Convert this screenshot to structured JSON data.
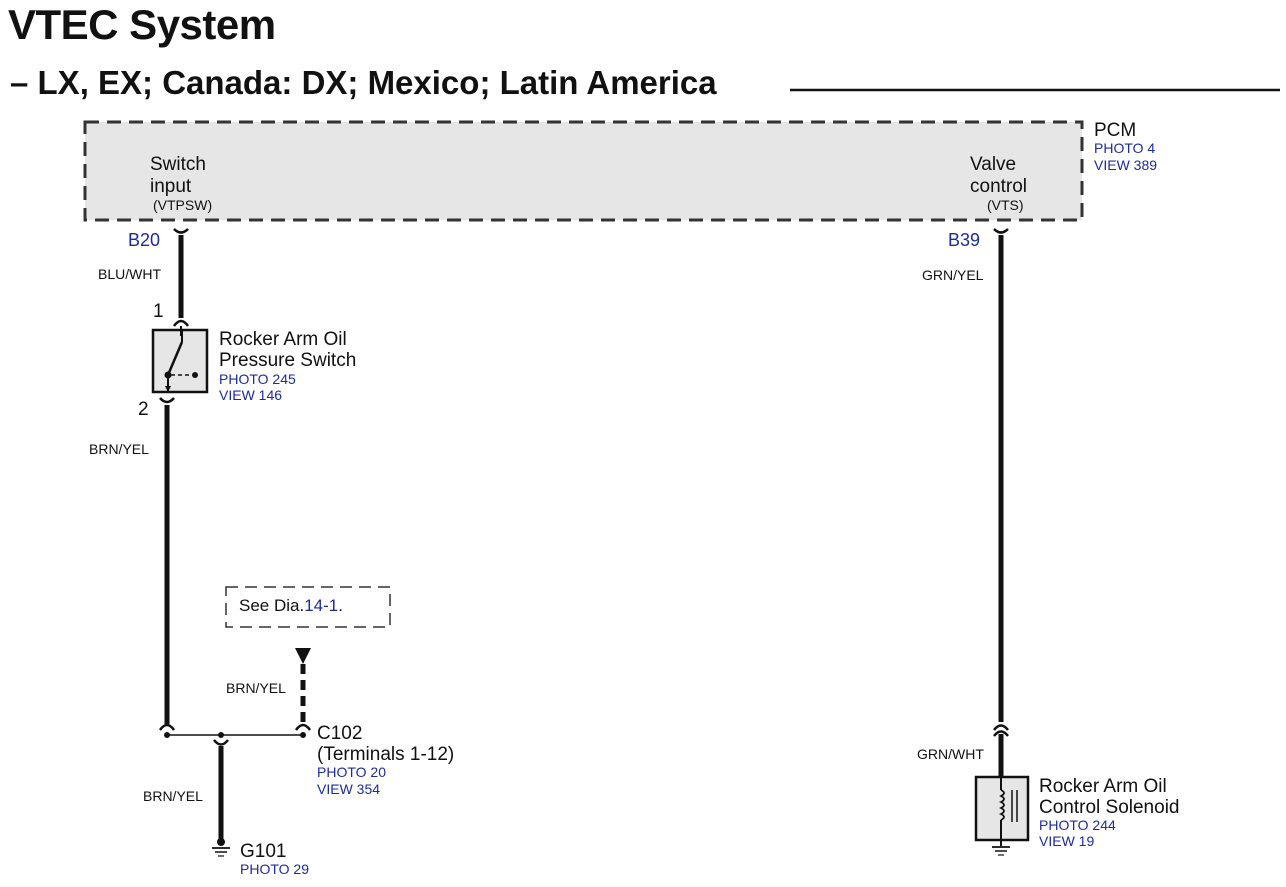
{
  "title": "VTEC System",
  "subtitle": "– LX, EX; Canada: DX; Mexico; Latin America",
  "pcm": {
    "label": "PCM",
    "photo": "PHOTO 4",
    "view": "VIEW 389",
    "switch_input_line1": "Switch",
    "switch_input_line2": "input",
    "switch_input_code": "(VTPSW)",
    "valve_control_line1": "Valve",
    "valve_control_line2": "control",
    "valve_control_code": "(VTS)",
    "pin_left": "B20",
    "pin_right": "B39"
  },
  "wires": {
    "blu_wht": "BLU/WHT",
    "brn_yel_1": "BRN/YEL",
    "brn_yel_2": "BRN/YEL",
    "brn_yel_3": "BRN/YEL",
    "grn_yel": "GRN/YEL",
    "grn_wht": "GRN/WHT"
  },
  "oil_pressure_switch": {
    "name_line1": "Rocker Arm Oil",
    "name_line2": "Pressure Switch",
    "photo": "PHOTO 245",
    "view": "VIEW 146",
    "pin1": "1",
    "pin2": "2"
  },
  "see_dia": {
    "prefix": "See Dia.",
    "ref": "14-1",
    "suffix": "."
  },
  "c102": {
    "name": "C102",
    "terminals": "(Terminals 1-12)",
    "photo": "PHOTO 20",
    "view": "VIEW 354"
  },
  "g101": {
    "name": "G101",
    "photo": "PHOTO 29"
  },
  "solenoid": {
    "name_line1": "Rocker Arm Oil",
    "name_line2": "Control Solenoid",
    "photo": "PHOTO 244",
    "view": "VIEW 19"
  },
  "colors": {
    "reference_blue": "#1c2c9a",
    "component_fill": "#e6e6e6",
    "line": "#111111"
  }
}
